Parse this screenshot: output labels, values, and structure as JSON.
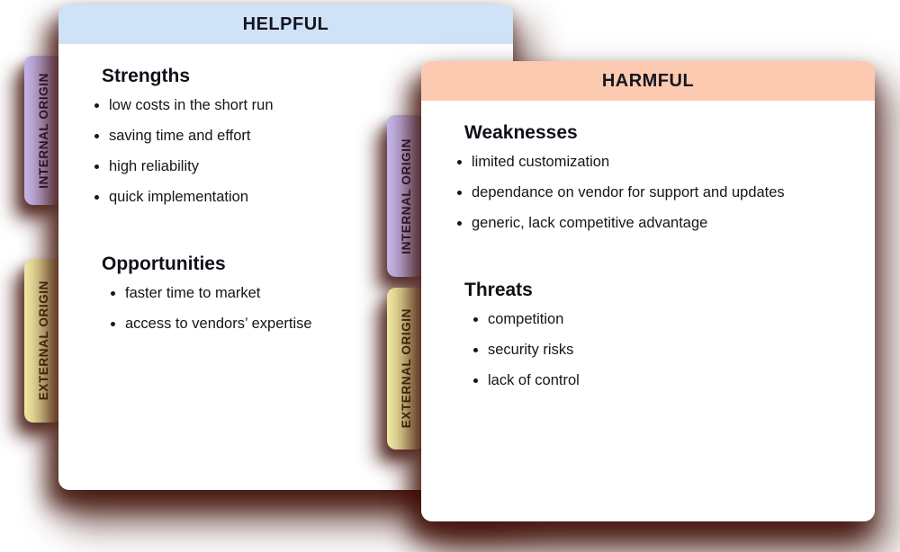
{
  "helpful_card": {
    "header": "HELPFUL",
    "tabs": {
      "internal": "INTERNAL ORIGIN",
      "external": "EXTERNAL ORIGIN"
    },
    "sections": [
      {
        "title": "Strengths",
        "items": [
          "low costs in the short run",
          "saving time and effort",
          "high reliability",
          "quick implementation"
        ]
      },
      {
        "title": "Opportunities",
        "items": [
          "faster time to market",
          "access to vendors’ expertise"
        ]
      }
    ]
  },
  "harmful_card": {
    "header": "HARMFUL",
    "tabs": {
      "internal": "INTERNAL ORIGIN",
      "external": "EXTERNAL ORIGIN"
    },
    "sections": [
      {
        "title": "Weaknesses",
        "items": [
          "limited customization",
          "dependance on vendor for support and updates",
          "generic, lack competitive advantage"
        ]
      },
      {
        "title": "Threats",
        "items": [
          "competition",
          "security risks",
          "lack of control"
        ]
      }
    ]
  },
  "colors": {
    "helpful_header_bg": "#cfe2f8",
    "harmful_header_bg": "#fccab1",
    "internal_tab_bg": "#c8baef",
    "external_tab_bg": "#f6efa6",
    "shadow": "#3e0e06"
  }
}
